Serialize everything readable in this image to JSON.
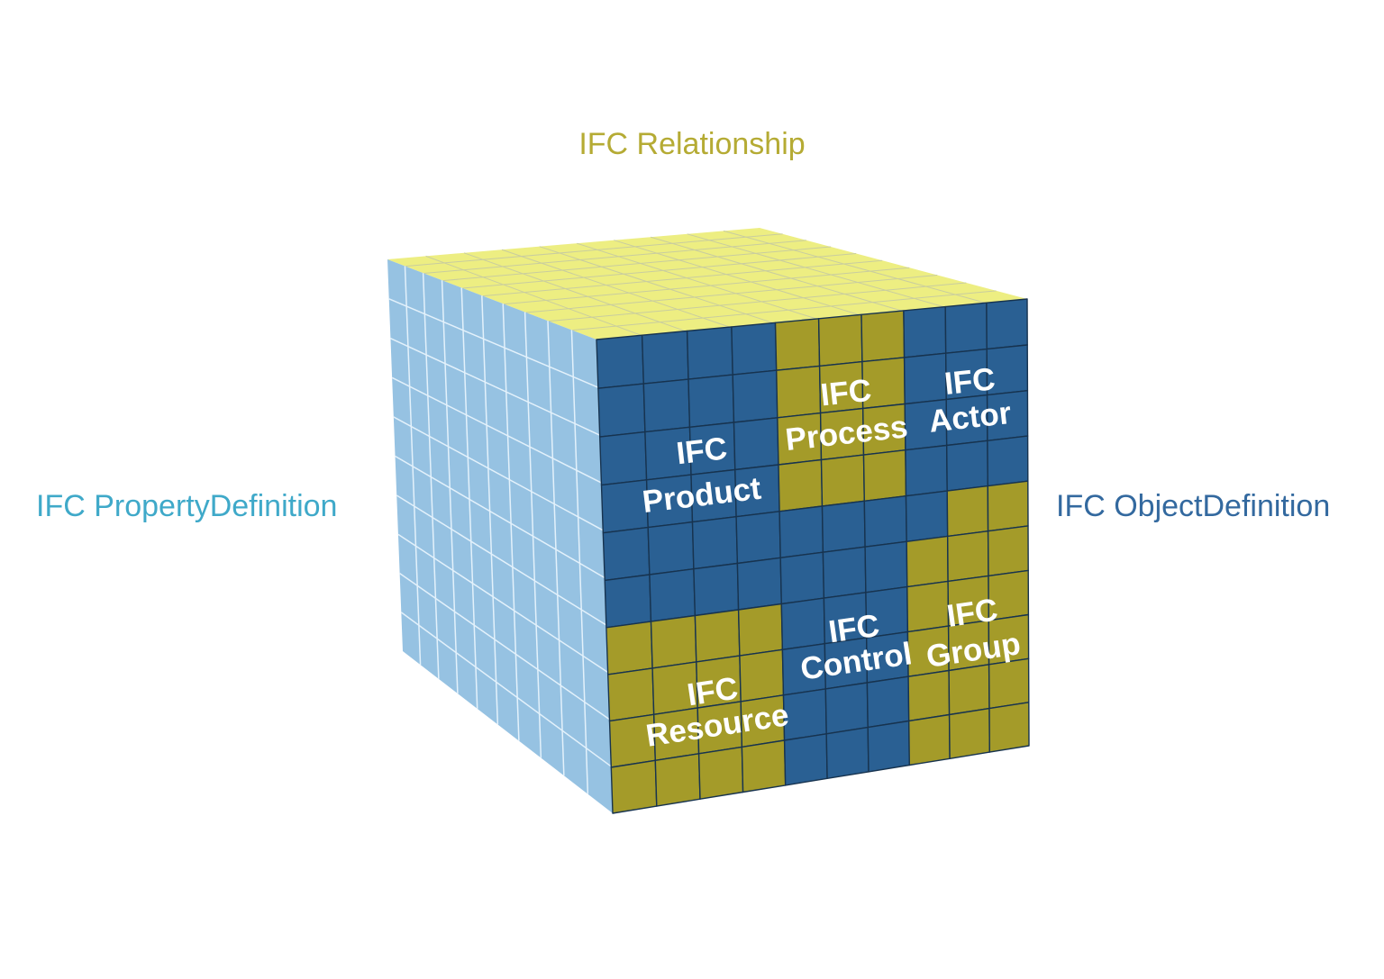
{
  "page": {
    "background": "#ffffff"
  },
  "labels": {
    "top": {
      "text": "IFC Relationship",
      "color": "#b5ab34"
    },
    "left": {
      "text": "IFC PropertyDefinition",
      "color": "#3fa9c9"
    },
    "right": {
      "text": "IFC ObjectDefinition",
      "color": "#33699f"
    }
  },
  "cube": {
    "grid": {
      "cols": 10,
      "rows": 10
    },
    "colors": {
      "blue": "#2a6093",
      "olive": "#a49b29",
      "top_face": "#edee82",
      "left_face": "#96c2e2",
      "front_line": "#17334f",
      "top_line": "#c9cd9f",
      "left_line": "#e3f1fb",
      "region_text": "#ffffff"
    },
    "front_regions": [
      {
        "name": "IFC Product",
        "color": "blue",
        "cols": [
          1,
          4
        ],
        "rows": [
          1,
          6
        ],
        "lines": [
          "IFC",
          "Product"
        ],
        "anchors": [
          [
            0.226,
            0.257
          ],
          [
            0.223,
            0.35
          ]
        ]
      },
      {
        "name": "IFC Process",
        "color": "olive",
        "cols": [
          5,
          7
        ],
        "rows": [
          1,
          4
        ],
        "lines": [
          "IFC",
          "Process"
        ],
        "anchors": [
          [
            0.561,
            0.167
          ],
          [
            0.561,
            0.254
          ]
        ]
      },
      {
        "name": "IFC Actor",
        "color": "blue",
        "cols": [
          8,
          10
        ],
        "rows": [
          1,
          4
        ],
        "lines": [
          "IFC",
          "Actor"
        ],
        "anchors": [
          [
            0.858,
            0.171
          ],
          [
            0.858,
            0.249
          ]
        ]
      },
      {
        "name": "IFC Resource",
        "color": "olive",
        "cols": [
          1,
          4
        ],
        "rows": [
          7,
          10
        ],
        "lines": [
          "IFC",
          "Resource"
        ],
        "anchors": [
          [
            0.236,
            0.774
          ],
          [
            0.245,
            0.849
          ]
        ]
      },
      {
        "name": "IFC Control",
        "color": "blue",
        "cols": [
          5,
          7
        ],
        "rows": [
          5,
          10
        ],
        "lines": [
          "IFC",
          "Control"
        ],
        "anchors": [
          [
            0.571,
            0.681
          ],
          [
            0.575,
            0.754
          ]
        ]
      },
      {
        "name": "IFC Group",
        "color": "olive",
        "cols": [
          8,
          10
        ],
        "rows": [
          5,
          10
        ],
        "lines": [
          "IFC",
          "Group"
        ],
        "anchors": [
          [
            0.86,
            0.683
          ],
          [
            0.862,
            0.767
          ]
        ]
      }
    ],
    "cell_overrides": [
      {
        "col": 8,
        "row": 5,
        "color": "blue"
      }
    ]
  }
}
